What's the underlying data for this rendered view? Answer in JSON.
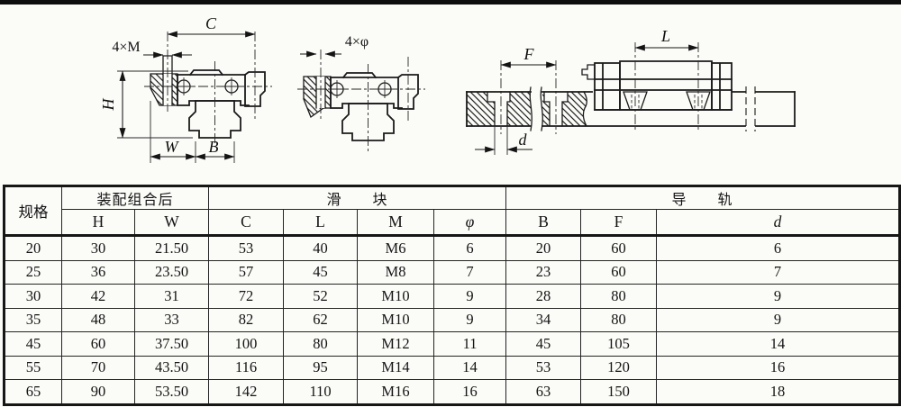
{
  "drawings": {
    "front_view": {
      "dim_c": "C",
      "dim_4xm": "4×M",
      "dim_h": "H",
      "dim_w": "W",
      "dim_b": "B"
    },
    "hole_view": {
      "dim_4xphi": "4×φ"
    },
    "side_view": {
      "dim_f": "F",
      "dim_l": "L",
      "dim_d": "d"
    }
  },
  "table": {
    "spec_header": "规格",
    "group_headers": [
      {
        "label": "装配组合后",
        "span": 2
      },
      {
        "label": "滑　　块",
        "span": 4
      },
      {
        "label": "导　　轨",
        "span": 3
      }
    ],
    "sub_headers": [
      "H",
      "W",
      "C",
      "L",
      "M",
      "φ",
      "B",
      "F",
      "d"
    ],
    "rows": [
      [
        "20",
        "30",
        "21.50",
        "53",
        "40",
        "M6",
        "6",
        "20",
        "60",
        "6"
      ],
      [
        "25",
        "36",
        "23.50",
        "57",
        "45",
        "M8",
        "7",
        "23",
        "60",
        "7"
      ],
      [
        "30",
        "42",
        "31",
        "72",
        "52",
        "M10",
        "9",
        "28",
        "80",
        "9"
      ],
      [
        "35",
        "48",
        "33",
        "82",
        "62",
        "M10",
        "9",
        "34",
        "80",
        "9"
      ],
      [
        "45",
        "60",
        "37.50",
        "100",
        "80",
        "M12",
        "11",
        "45",
        "105",
        "14"
      ],
      [
        "55",
        "70",
        "43.50",
        "116",
        "95",
        "M14",
        "14",
        "53",
        "120",
        "16"
      ],
      [
        "65",
        "90",
        "53.50",
        "142",
        "110",
        "M16",
        "16",
        "63",
        "150",
        "18"
      ]
    ]
  }
}
